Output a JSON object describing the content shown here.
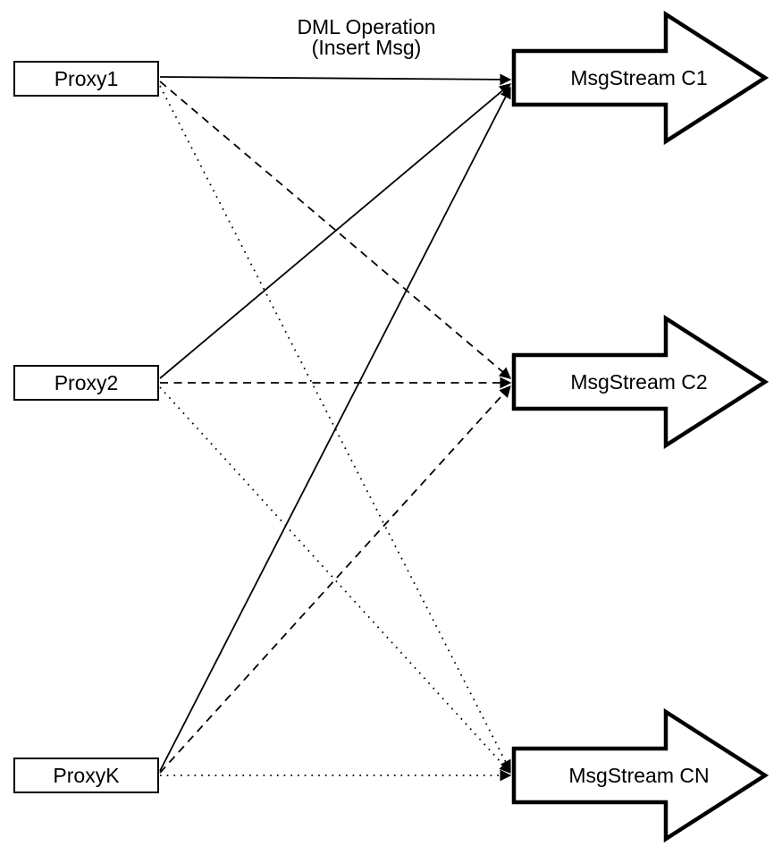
{
  "diagram": {
    "title_annotation": {
      "line1": "DML Operation",
      "line2": "(Insert Msg)"
    },
    "proxies": [
      {
        "label": "Proxy1"
      },
      {
        "label": "Proxy2"
      },
      {
        "label": "ProxyK"
      }
    ],
    "streams": [
      {
        "label": "MsgStream C1"
      },
      {
        "label": "MsgStream C2"
      },
      {
        "label": "MsgStream CN"
      }
    ],
    "connections": [
      {
        "from": "Proxy1",
        "to": "MsgStream C1",
        "style": "solid"
      },
      {
        "from": "Proxy1",
        "to": "MsgStream C2",
        "style": "dashed"
      },
      {
        "from": "Proxy1",
        "to": "MsgStream CN",
        "style": "dotted"
      },
      {
        "from": "Proxy2",
        "to": "MsgStream C1",
        "style": "solid"
      },
      {
        "from": "Proxy2",
        "to": "MsgStream C2",
        "style": "dashed"
      },
      {
        "from": "Proxy2",
        "to": "MsgStream CN",
        "style": "dotted"
      },
      {
        "from": "ProxyK",
        "to": "MsgStream C1",
        "style": "solid"
      },
      {
        "from": "ProxyK",
        "to": "MsgStream C2",
        "style": "dashed"
      },
      {
        "from": "ProxyK",
        "to": "MsgStream CN",
        "style": "dotted"
      }
    ],
    "colors": {
      "stroke": "#000000",
      "fill": "#ffffff",
      "background": "#ffffff"
    }
  }
}
